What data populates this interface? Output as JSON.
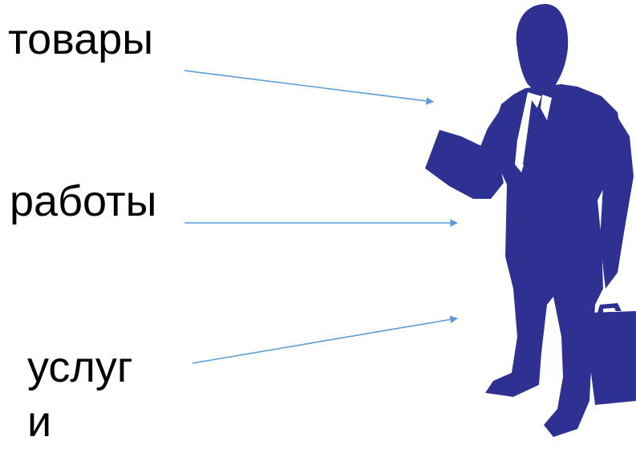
{
  "labels": {
    "goods": "товары",
    "works": "работы",
    "services": "услуги"
  },
  "figure": {
    "icon": "businessman-silhouette-icon",
    "color": "#2e3192"
  },
  "arrows": {
    "color": "#5b9bd5"
  }
}
